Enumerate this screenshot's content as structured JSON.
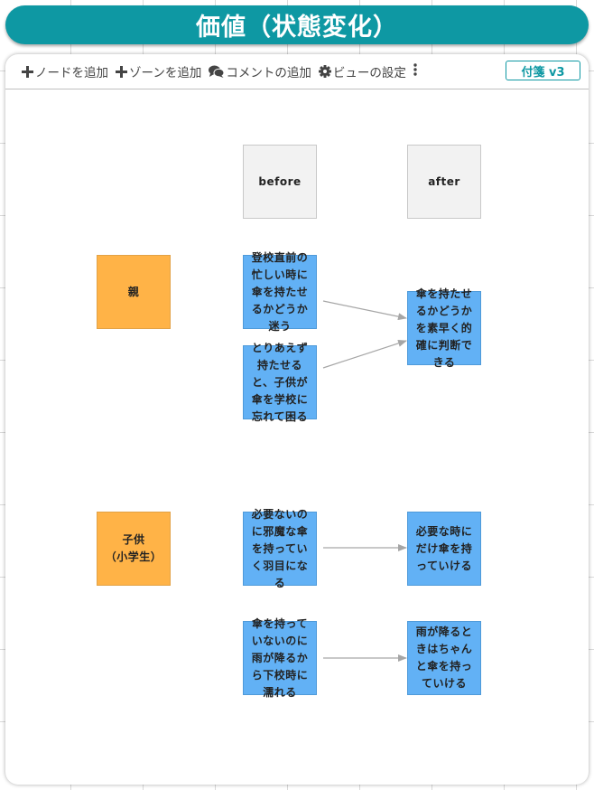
{
  "title": "価値（状態変化）",
  "toolbar": {
    "add_node": "ノードを追加",
    "add_zone": "ゾーンを追加",
    "add_comment": "コメントの追加",
    "view_settings": "ビューの設定",
    "version_badge": "付箋 v3"
  },
  "columns": {
    "before": "before",
    "after": "after"
  },
  "actors": {
    "parent": "親",
    "child": "子供\n（小学生）"
  },
  "notes": {
    "parent_before_1": "登校直前の忙しい時に傘を持たせるかどうか迷う",
    "parent_before_2": "とりあえず持たせると、子供が傘を学校に忘れて困る",
    "parent_after_1": "傘を持たせるかどうかを素早く的確に判断できる",
    "child_before_1": "必要ないのに邪魔な傘を持っていく羽目になる",
    "child_after_1": "必要な時にだけ傘を持っていける",
    "child_before_2": "傘を持っていないのに雨が降るから下校時に濡れる",
    "child_after_2": "雨が降るときはちゃんと傘を持っていける"
  },
  "colors": {
    "accent": "#0e98a3",
    "actor_fill": "#ffb347",
    "note_fill": "#62b1f5",
    "header_fill": "#f2f2f2",
    "edge": "#a6a6a6"
  },
  "icons": [
    "plus-icon",
    "plus-icon",
    "comments-icon",
    "gear-icon",
    "kebab-menu-icon"
  ]
}
